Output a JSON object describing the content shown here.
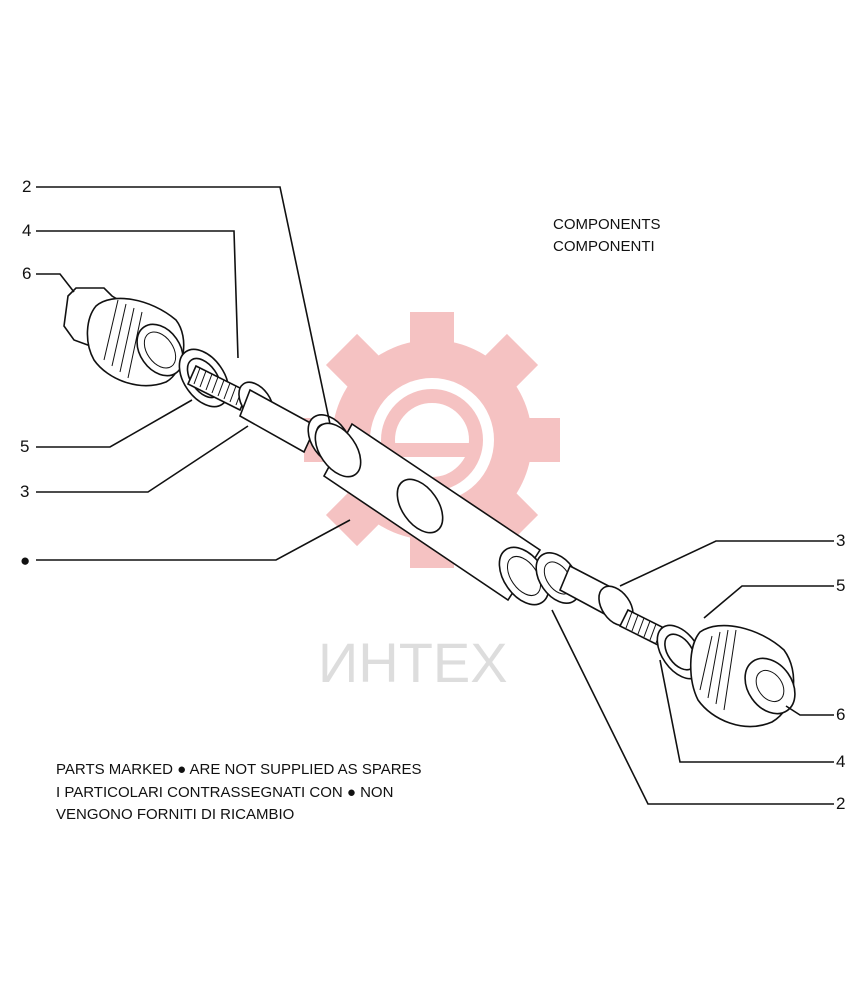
{
  "heading": {
    "line1": "COMPONENTS",
    "line2": "COMPONENTI"
  },
  "note": {
    "line1": "PARTS MARKED ● ARE NOT SUPPLIED AS SPARES",
    "line2": "I PARTICOLARI CONTRASSEGNATI CON  ● NON",
    "line3": "VENGONO FORNITI DI RICAMBIO"
  },
  "callouts": {
    "left": [
      "2",
      "4",
      "6",
      "5",
      "3",
      "●"
    ],
    "right": [
      "3",
      "5",
      "6",
      "4",
      "2"
    ]
  },
  "watermark": {
    "text": "ИНТЕХ",
    "gear_color": "#f4b8b8",
    "text_color": "#d8d8d8"
  }
}
